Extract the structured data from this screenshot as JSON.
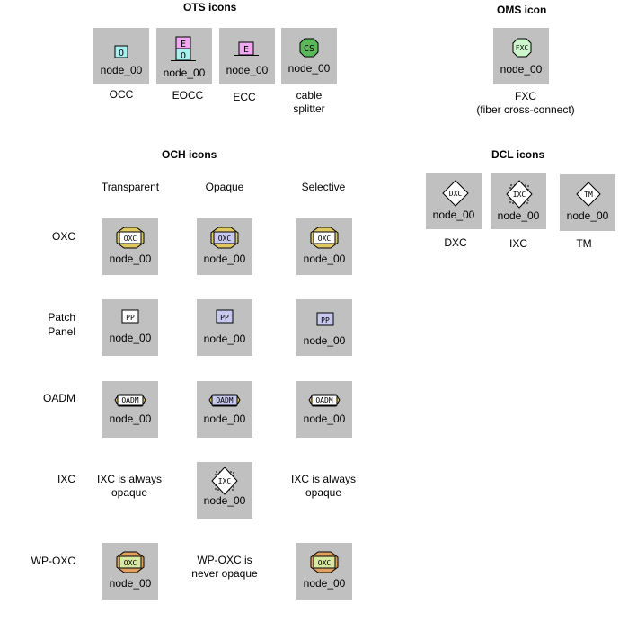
{
  "headings": {
    "ots": "OTS icons",
    "oms": "OMS icon",
    "och": "OCH icons",
    "dcl": "DCL icons"
  },
  "node_label": "node_00",
  "ots": {
    "occ": {
      "caption": "OCC",
      "glyph": "O"
    },
    "eocc": {
      "caption": "EOCC",
      "glyph_top": "E",
      "glyph_bottom": "O"
    },
    "ecc": {
      "caption": "ECC",
      "glyph": "E"
    },
    "cs": {
      "caption_line1": "cable",
      "caption_line2": "splitter",
      "glyph": "CS"
    }
  },
  "oms": {
    "fxc": {
      "caption_line1": "FXC",
      "caption_line2": "(fiber cross-connect)",
      "glyph": "FXC"
    }
  },
  "dcl": {
    "dxc": {
      "caption": "DXC",
      "glyph": "DXC"
    },
    "ixc": {
      "caption": "IXC",
      "glyph": "IXC"
    },
    "tm": {
      "caption": "TM",
      "glyph": "TM"
    }
  },
  "och": {
    "columns": {
      "transparent": "Transparent",
      "opaque": "Opaque",
      "selective": "Selective"
    },
    "rows": {
      "oxc": "OXC",
      "pp_line1": "Patch",
      "pp_line2": "Panel",
      "oadm": "OADM",
      "ixc": "IXC",
      "wpoxc": "WP-OXC"
    },
    "glyphs": {
      "oxc": "OXC",
      "pp": "PP",
      "oadm": "OADM",
      "ixc": "IXC"
    },
    "notes": {
      "ixc_transparent_1": "IXC is always",
      "ixc_transparent_2": "opaque",
      "ixc_selective_1": "IXC is always",
      "ixc_selective_2": "opaque",
      "wpoxc_opaque_1": "WP-OXC is",
      "wpoxc_opaque_2": "never opaque"
    }
  },
  "colors": {
    "tile_bg": "#c0c0c0",
    "occ_fill": "#a8f0f0",
    "eocc_top": "#f0a8f0",
    "eocc_bottom": "#a8f0f0",
    "ecc_fill": "#f0a8f0",
    "cs_fill": "#5ab85a",
    "fxc_fill": "#ccf5cc",
    "transparent_fill": "#ffffff",
    "transparent_band": "#e0c860",
    "opaque_fill": "#c8c8f0",
    "opaque_band": "#e0c860",
    "wpoxc_fill": "#d8e8a0",
    "wpoxc_band": "#e0a060"
  }
}
